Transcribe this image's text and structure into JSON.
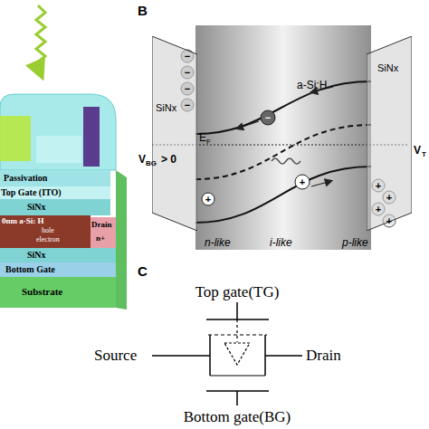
{
  "diagram": {
    "nodes": [
      {
        "text": [
          "Passivation"
        ]
      },
      {
        "text": [
          "Top Gate (ITO)"
        ]
      },
      {
        "text": [
          "SiNx"
        ]
      },
      {
        "text": [
          "0nm a-Si: H",
          "hole",
          "electron"
        ]
      },
      {
        "text": [
          "Drain",
          "n+"
        ]
      },
      {
        "text": [
          "SiNx"
        ]
      },
      {
        "text": [
          "Bottom Gate"
        ]
      },
      {
        "text": [
          "Substrate"
        ]
      },
      {
        "text": [
          "SiNx"
        ]
      },
      {
        "text": [
          "a-Si:H"
        ]
      },
      {
        "text": [
          "SiNx"
        ]
      }
    ],
    "labels": [
      "B",
      "E",
      "F",
      "V",
      "BG",
      "> 0",
      "V",
      "T",
      "n-like",
      "i-like",
      "p-like",
      "C",
      "Top gate(TG)",
      "Source",
      "Drain",
      "Bottom gate(BG)",
      "−",
      "−",
      "−",
      "−",
      "+",
      "+",
      "+",
      "+",
      "−",
      "+",
      "+"
    ]
  }
}
